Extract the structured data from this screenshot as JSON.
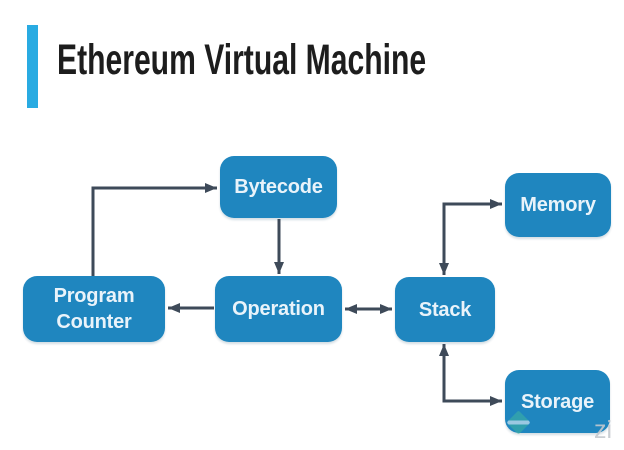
{
  "title": {
    "text": "Ethereum Virtual Machine"
  },
  "colors": {
    "accent_bar": "#29abe2",
    "node_fill": "#1f86bf",
    "node_text": "#e9f3fa",
    "arrow": "#3e4a59",
    "title_text": "#1d1d1d",
    "background": "#ffffff",
    "watermark_text": "#c4c9cf",
    "watermark_icon": "#3fb3a0"
  },
  "nodes": {
    "bytecode": {
      "label": "Bytecode"
    },
    "program_counter": {
      "label": "Program Counter"
    },
    "operation": {
      "label": "Operation"
    },
    "stack": {
      "label": "Stack"
    },
    "memory": {
      "label": "Memory"
    },
    "storage": {
      "label": "Storage"
    }
  },
  "edges": [
    {
      "from": "program_counter",
      "to": "bytecode",
      "bidirectional": false
    },
    {
      "from": "bytecode",
      "to": "operation",
      "bidirectional": false
    },
    {
      "from": "operation",
      "to": "program_counter",
      "bidirectional": false
    },
    {
      "from": "operation",
      "to": "stack",
      "bidirectional": true
    },
    {
      "from": "stack",
      "to": "memory",
      "bidirectional": true
    },
    {
      "from": "stack",
      "to": "storage",
      "bidirectional": true
    }
  ],
  "watermark": {
    "visible_text": "zi",
    "icon": "diamond-logo"
  }
}
